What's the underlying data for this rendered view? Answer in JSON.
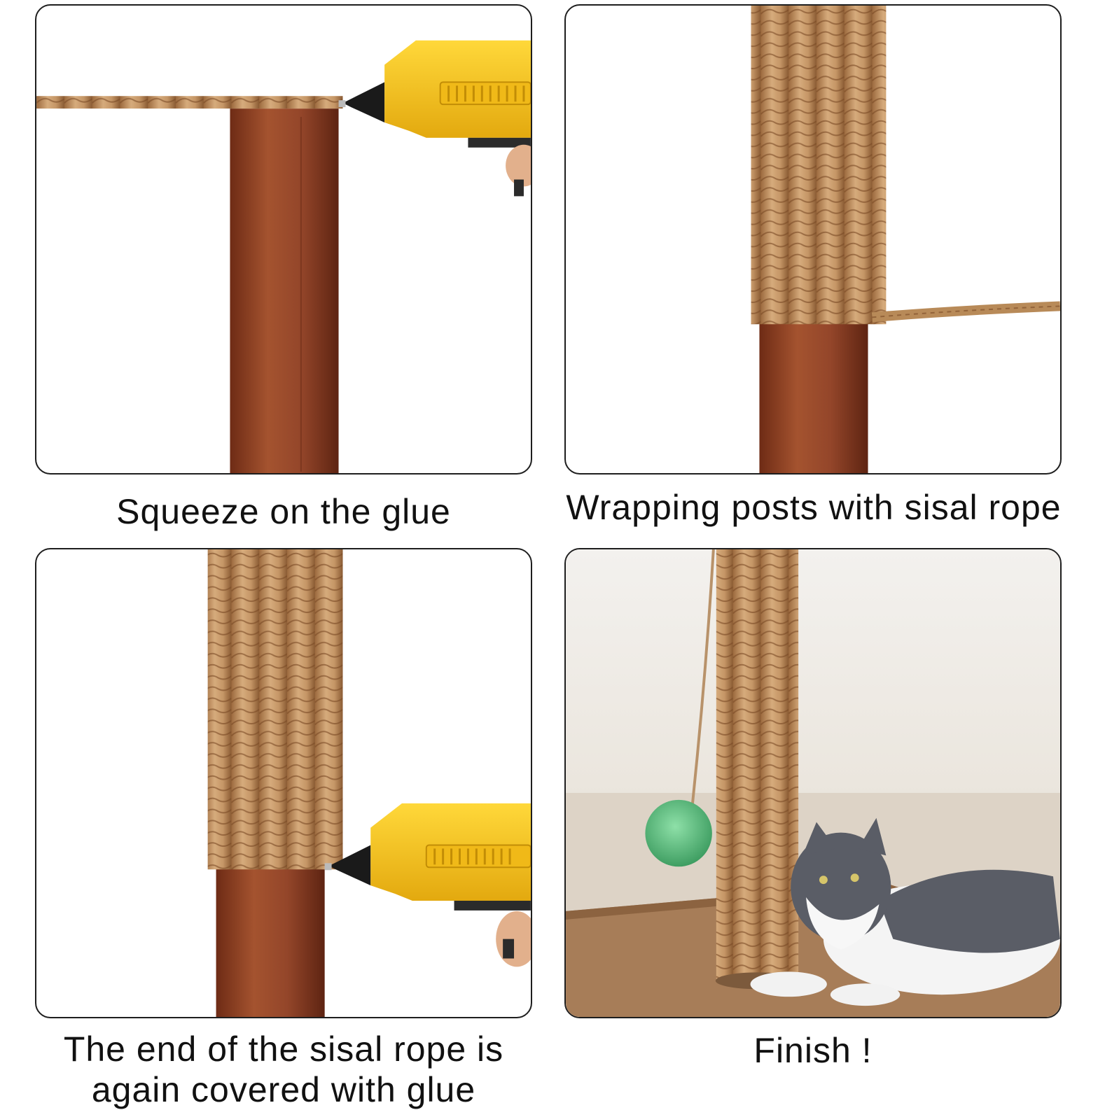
{
  "steps": [
    {
      "caption": "Squeeze on the glue"
    },
    {
      "caption": "Wrapping posts with sisal rope"
    },
    {
      "caption_line1": "The end of the sisal rope is",
      "caption_line2": "again covered with glue"
    },
    {
      "caption": "Finish !"
    }
  ],
  "colors": {
    "wood": "#8e3e22",
    "sisal": "#c49a6c",
    "glue_gun": "#f5c518",
    "pompom": "#6cc48a",
    "panel_border": "#1e1e1e"
  },
  "icons": [
    "glue-gun-icon",
    "sisal-rope-icon",
    "wooden-post-icon",
    "cat-icon",
    "pompom-toy-icon"
  ]
}
